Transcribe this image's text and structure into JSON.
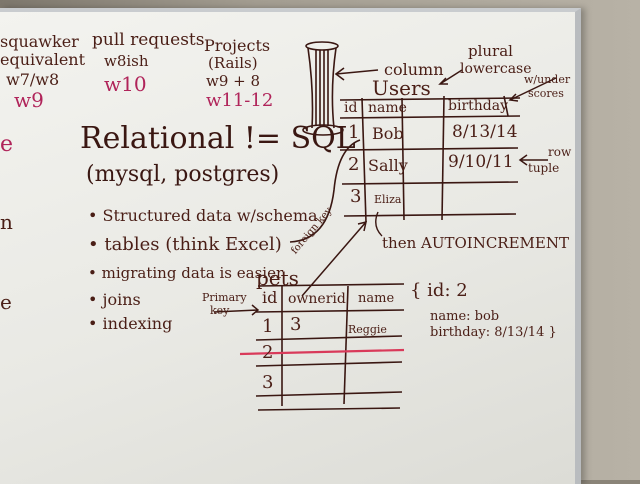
{
  "top_notes": {
    "squawker": "squawker",
    "equivalent": "equivalent",
    "w7_w8": "w7/w8",
    "w9": "w9",
    "pull_requests": "pull requests",
    "w8ish": "w8ish",
    "w10": "w10",
    "projects": "Projects",
    "rails": "(Rails)",
    "w9_8": "w9 + 8",
    "w11_12": "w11-12"
  },
  "left_edge": {
    "e1": "e",
    "e2": "n",
    "e3": "e"
  },
  "heading": {
    "relational": "Relational != SQL",
    "engines": "(mysql, postgres)"
  },
  "bullets": [
    "Structured data w/schema",
    "tables (think Excel)",
    "migrating data is easier",
    "joins",
    "indexing"
  ],
  "annotations": {
    "column": "column",
    "plural": "plural",
    "lowercase": "lowercase",
    "w_under": "w/under",
    "scores": "scores",
    "row": "row",
    "tuple": "tuple",
    "autoincrement": "then AUTOINCREMENT",
    "foreign_key": "foreign key",
    "primary_key_1": "Primary",
    "primary_key_2": "key"
  },
  "users_table": {
    "name": "Users",
    "headers": [
      "id",
      "name",
      "birthday"
    ],
    "rows": [
      [
        "1",
        "Bob",
        "8/13/14"
      ],
      [
        "2",
        "Sally",
        "9/10/11"
      ],
      [
        "3",
        "Eliza",
        ""
      ]
    ]
  },
  "pets_table": {
    "name": "pets",
    "headers": [
      "id",
      "ownerid",
      "name"
    ],
    "rows": [
      [
        "1",
        "3",
        "Reggie"
      ],
      [
        "2",
        "",
        ""
      ],
      [
        "3",
        "",
        ""
      ]
    ]
  },
  "json_note": {
    "line1": "{ id: 2",
    "line2": "name: bob",
    "line3": "birthday: 8/13/14 }"
  }
}
